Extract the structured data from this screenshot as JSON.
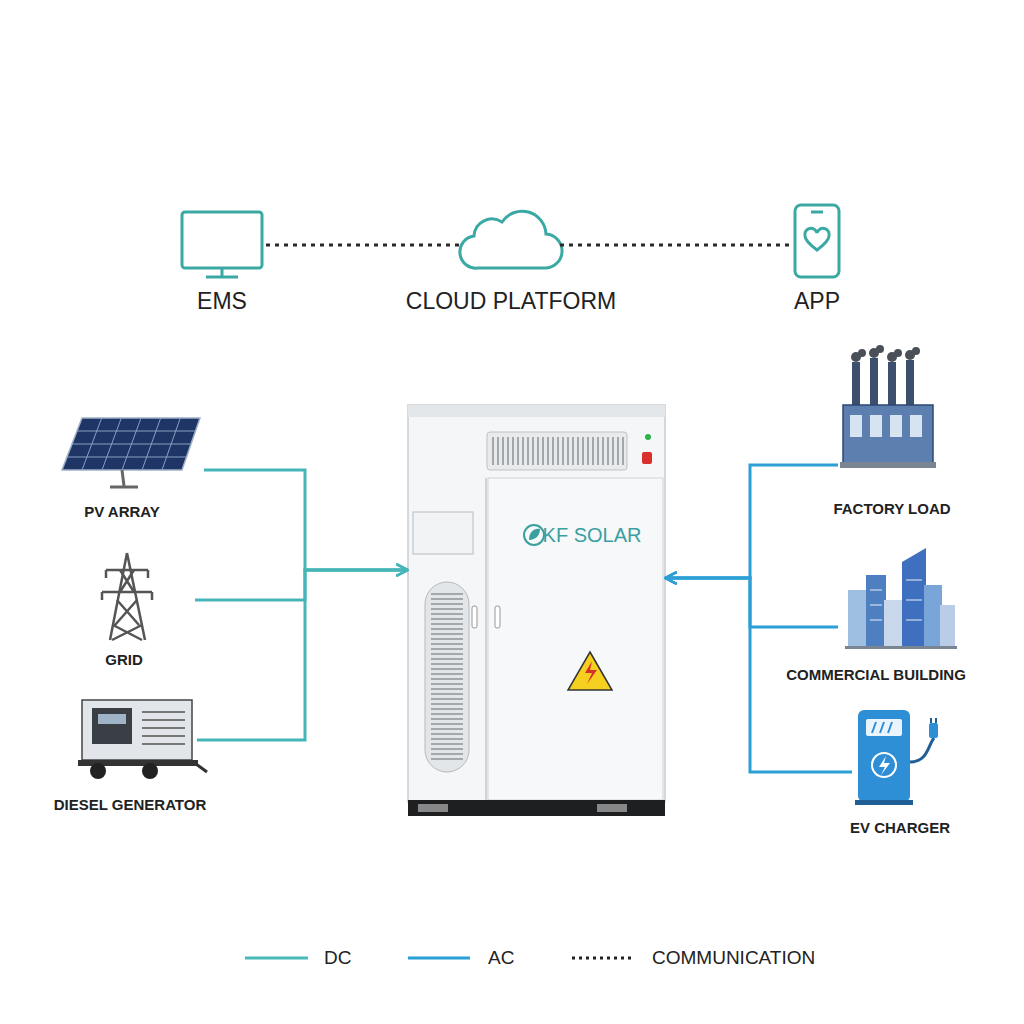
{
  "diagram": {
    "nodes": [
      {
        "text": [
          "EMS"
        ]
      },
      {
        "text": [
          "CLOUD PLATFORM"
        ]
      },
      {
        "text": [
          "APP"
        ]
      },
      {
        "text": [
          "PV ARRAY"
        ]
      },
      {
        "text": [
          "GRID"
        ]
      },
      {
        "text": [
          "DIESEL GENERATOR"
        ]
      },
      {
        "text": [
          "KF SOLAR"
        ]
      },
      {
        "text": [
          "FACTORY LOAD"
        ]
      },
      {
        "text": [
          "COMMERCIAL BUILDING"
        ]
      },
      {
        "text": [
          "EV CHARGER"
        ]
      }
    ],
    "edges": [
      {
        "from": 0,
        "to": 1,
        "arrow": "none"
      },
      {
        "from": 1,
        "to": 2,
        "arrow": "none"
      },
      {
        "from": 3,
        "to": 6,
        "arrow": "to"
      },
      {
        "from": 4,
        "to": 6,
        "arrow": "to"
      },
      {
        "from": 5,
        "to": 6,
        "arrow": "to"
      },
      {
        "from": 7,
        "to": 6,
        "arrow": "to"
      },
      {
        "from": 8,
        "to": 6,
        "arrow": "to"
      },
      {
        "from": 9,
        "to": 6,
        "arrow": "to"
      }
    ],
    "legend": [
      {
        "text": "DC"
      },
      {
        "text": "AC"
      },
      {
        "text": "COMMUNICATION"
      }
    ]
  }
}
